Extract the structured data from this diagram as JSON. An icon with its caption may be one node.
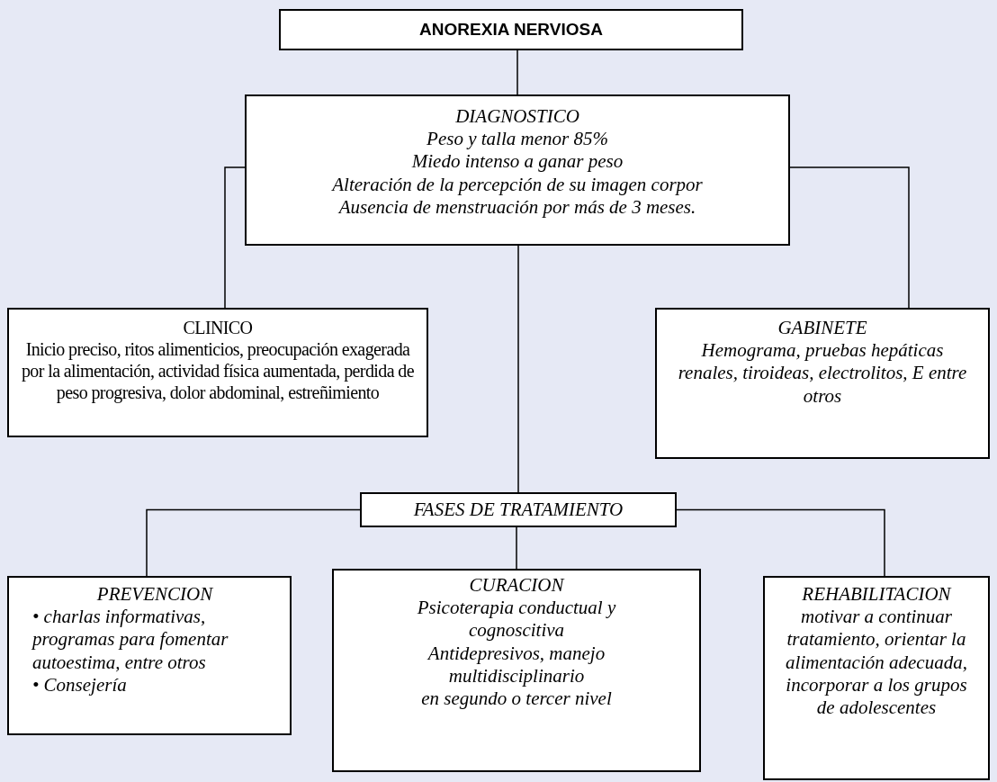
{
  "diagram": {
    "nodes": [
      {
        "text": [
          "ANOREXIA NERVIOSA"
        ]
      },
      {
        "text": [
          "DIAGNOSTICO",
          "Peso y talla menor 85%",
          "Miedo intenso a ganar peso",
          "Alteración de la percepción de su imagen corpor",
          "Ausencia de menstruación por más de 3 meses."
        ]
      },
      {
        "text": [
          "CLINICO",
          "Inicio preciso, ritos alimenticios, preocupación exagerada por la alimentación, actividad física aumentada, perdida de peso progresiva, dolor abdominal, estreñimiento"
        ]
      },
      {
        "text": [
          "GABINETE",
          "Hemograma, pruebas hepáticas renales, tiroideas, electrolitos, E entre otros"
        ]
      },
      {
        "text": [
          "FASES DE TRATAMIENTO"
        ]
      },
      {
        "text": [
          "PREVENCION",
          "• charlas informativas, programas para fomentar autoestima, entre otros",
          "• Consejería"
        ]
      },
      {
        "text": [
          "CURACION",
          "Psicoterapia conductual y cognoscitiva",
          "Antidepresivos, manejo multidisciplinario",
          "en segundo o tercer nivel"
        ]
      },
      {
        "text": [
          "REHABILITACION",
          "motivar a continuar tratamiento, orientar la alimentación adecuada, incorporar a los grupos de adolescentes"
        ]
      }
    ],
    "edges": [
      {
        "from": 0,
        "to": 1,
        "arrow": "none"
      },
      {
        "from": 1,
        "to": 2,
        "arrow": "none"
      },
      {
        "from": 1,
        "to": 3,
        "arrow": "none"
      },
      {
        "from": 1,
        "to": 4,
        "arrow": "none"
      },
      {
        "from": 4,
        "to": 5,
        "arrow": "none"
      },
      {
        "from": 4,
        "to": 6,
        "arrow": "none"
      },
      {
        "from": 4,
        "to": 7,
        "arrow": "none"
      }
    ]
  }
}
